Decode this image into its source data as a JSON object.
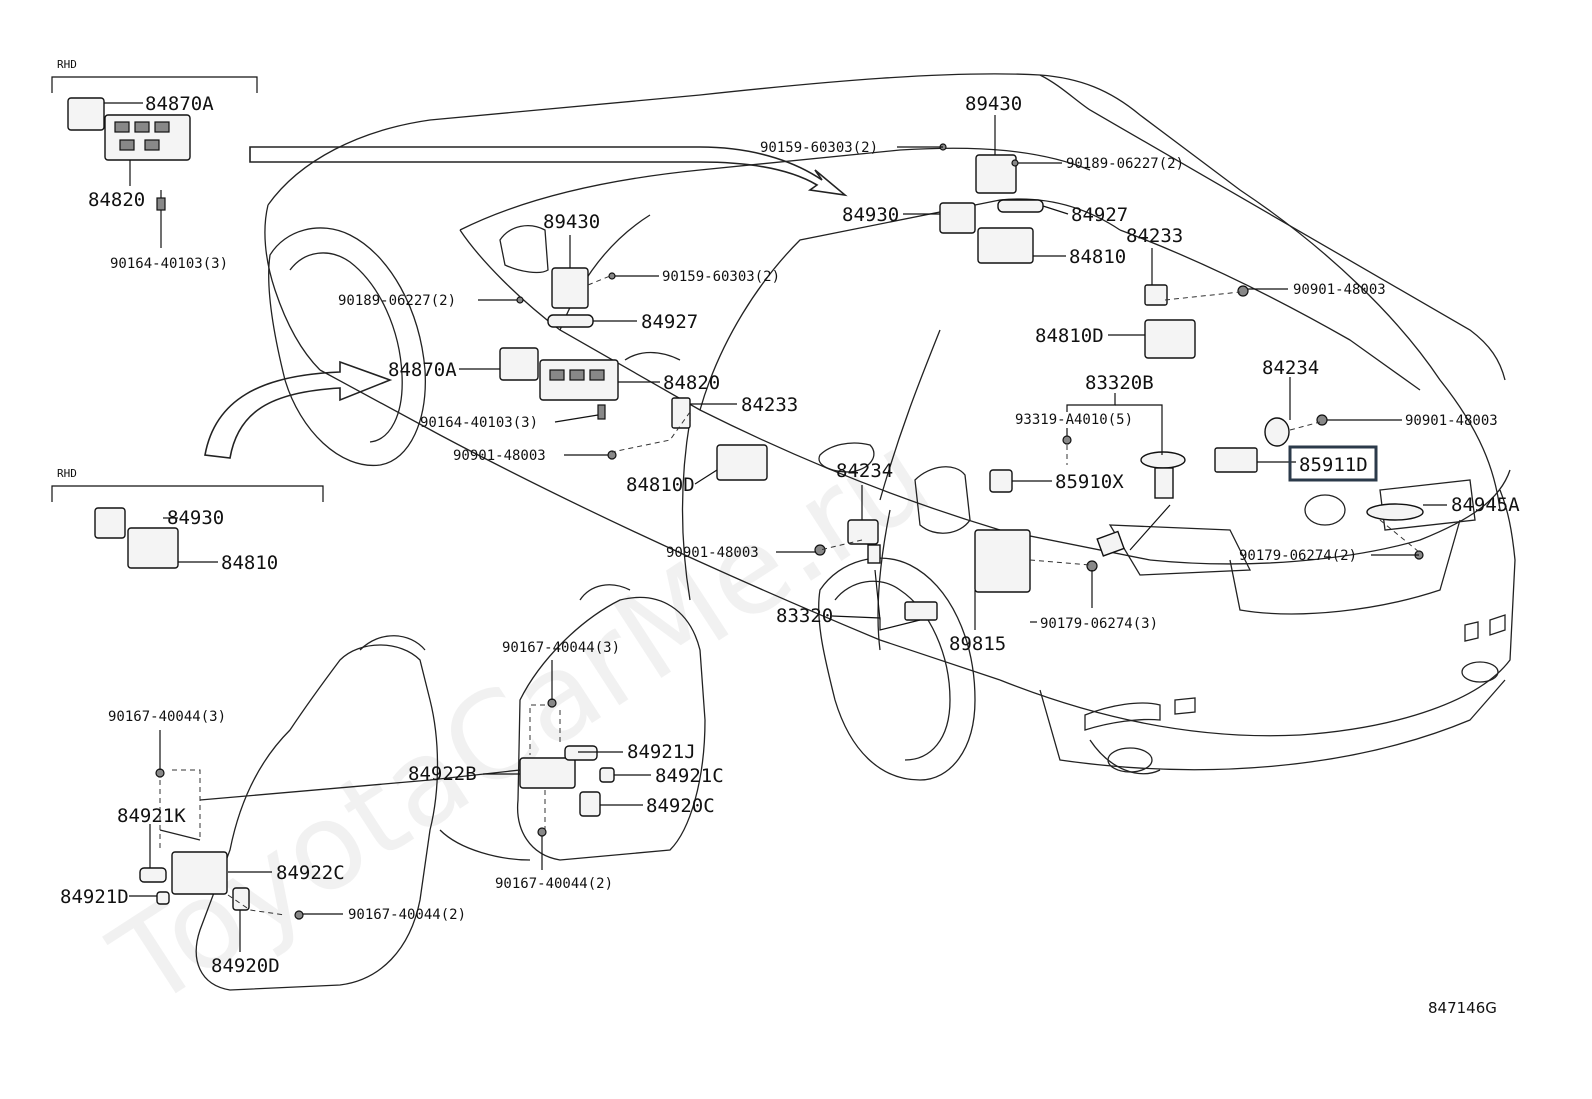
{
  "diagram_id": "847146G",
  "watermark": "ToyotaCarMe.ru",
  "highlight_color": "#2b3a4a",
  "rhd_labels": [
    "RHD",
    "RHD"
  ],
  "labels": {
    "l01": "84870A",
    "l02": "84820",
    "l03": "90164-40103(3)",
    "l04": "89430",
    "l05": "90159-60303(2)",
    "l06": "90189-06227(2)",
    "l07": "84927",
    "l08": "84870A",
    "l09": "84820",
    "l10": "90164-40103(3)",
    "l11": "84233",
    "l12": "90901-48003",
    "l13": "84810D",
    "l14": "84930",
    "l15": "84810",
    "l16": "89430",
    "l17": "90159-60303(2)",
    "l18": "90189-06227(2)",
    "l19": "84930",
    "l20": "84927",
    "l21": "84233",
    "l22": "84810",
    "l23": "90901-48003",
    "l24": "84810D",
    "l25": "83320B",
    "l26": "93319-A4010(5)",
    "l27": "84234",
    "l28": "90901-48003",
    "l29": "85911D",
    "l30": "85910X",
    "l31": "84234",
    "l32": "84945A",
    "l33": "90901-48003",
    "l34": "90179-06274(2)",
    "l35": "83320",
    "l36": "89815",
    "l37": "90179-06274(3)",
    "l38": "90167-40044(3)",
    "l39": "84921J",
    "l40": "84922B",
    "l41": "84921C",
    "l42": "84920C",
    "l43": "90167-40044(2)",
    "l44": "90167-40044(3)",
    "l45": "84921K",
    "l46": "84922C",
    "l47": "84921D",
    "l48": "90167-40044(2)",
    "l49": "84920D"
  }
}
